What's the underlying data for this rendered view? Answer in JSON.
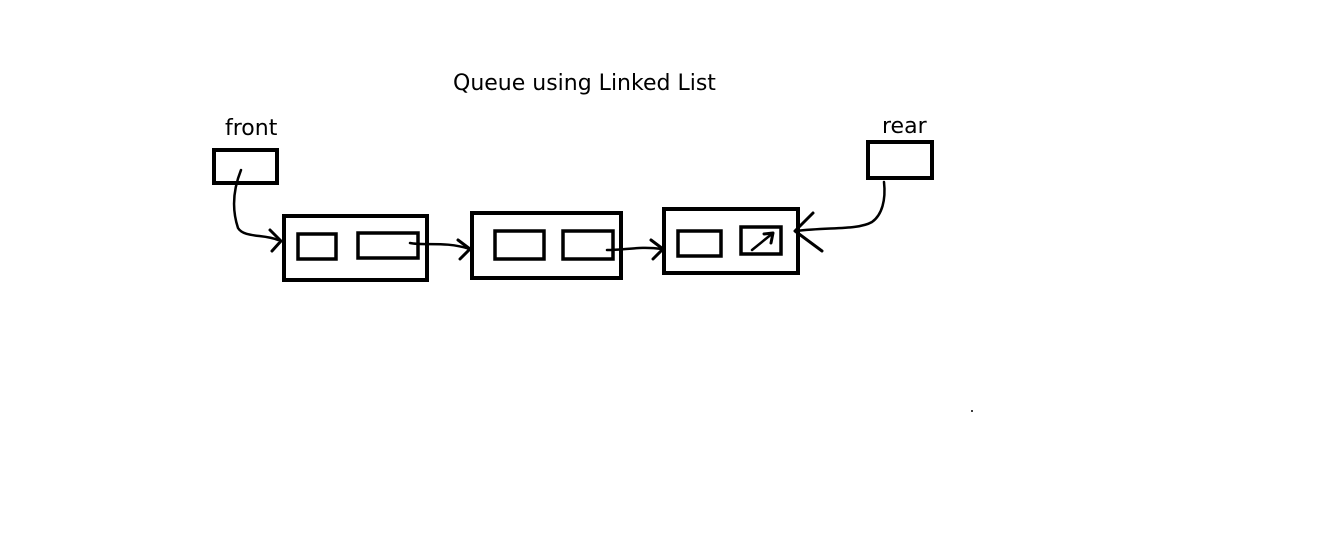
{
  "diagram": {
    "title": "Queue using Linked List",
    "front_label": "front",
    "rear_label": "rear",
    "node_count": 3,
    "last_node_next": "null"
  }
}
